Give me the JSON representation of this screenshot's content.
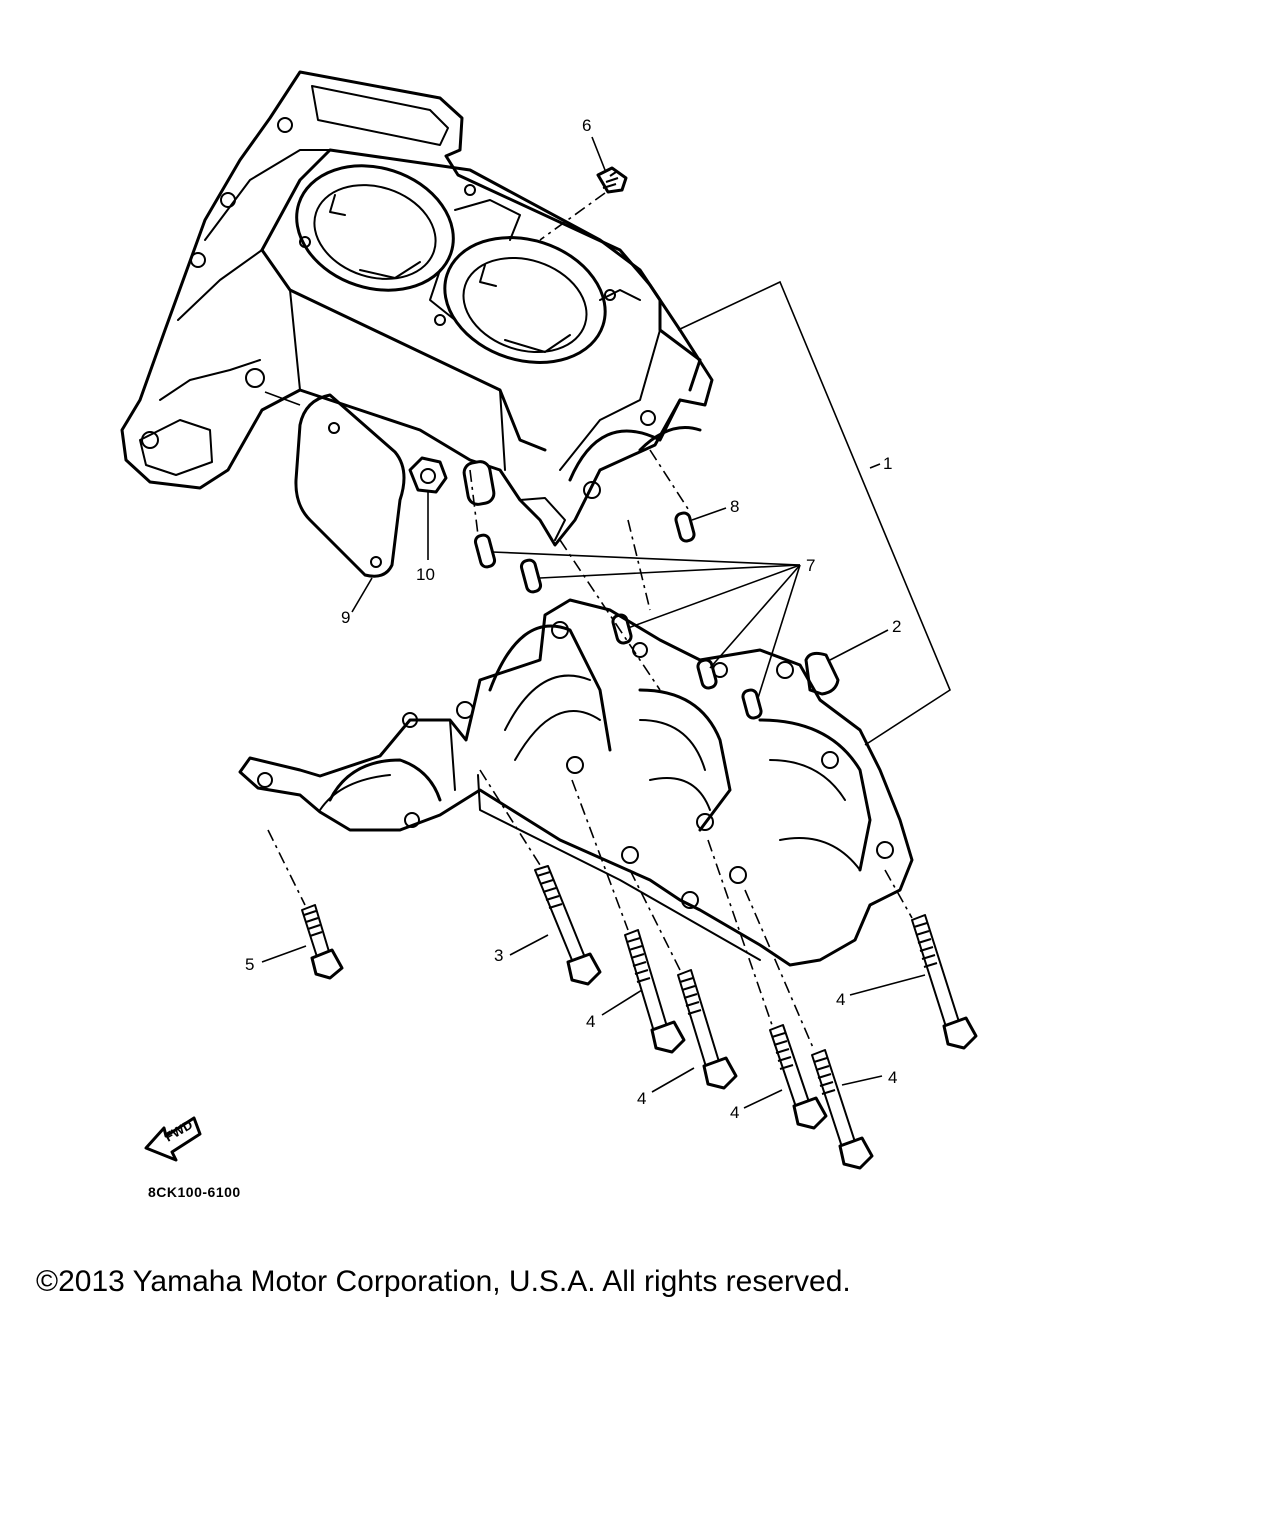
{
  "diagram": {
    "callouts": [
      {
        "id": "c1",
        "label": "1"
      },
      {
        "id": "c2",
        "label": "2"
      },
      {
        "id": "c3",
        "label": "3"
      },
      {
        "id": "c4a",
        "label": "4"
      },
      {
        "id": "c4b",
        "label": "4"
      },
      {
        "id": "c4c",
        "label": "4"
      },
      {
        "id": "c4d",
        "label": "4"
      },
      {
        "id": "c4e",
        "label": "4"
      },
      {
        "id": "c5",
        "label": "5"
      },
      {
        "id": "c6",
        "label": "6"
      },
      {
        "id": "c7",
        "label": "7"
      },
      {
        "id": "c8",
        "label": "8"
      },
      {
        "id": "c9",
        "label": "9"
      },
      {
        "id": "c10",
        "label": "10"
      }
    ],
    "fwd_label": "FWD",
    "part_code": "8CK100-6100"
  },
  "footer": {
    "copyright": "©2013 Yamaha Motor Corporation, U.S.A. All rights reserved."
  }
}
